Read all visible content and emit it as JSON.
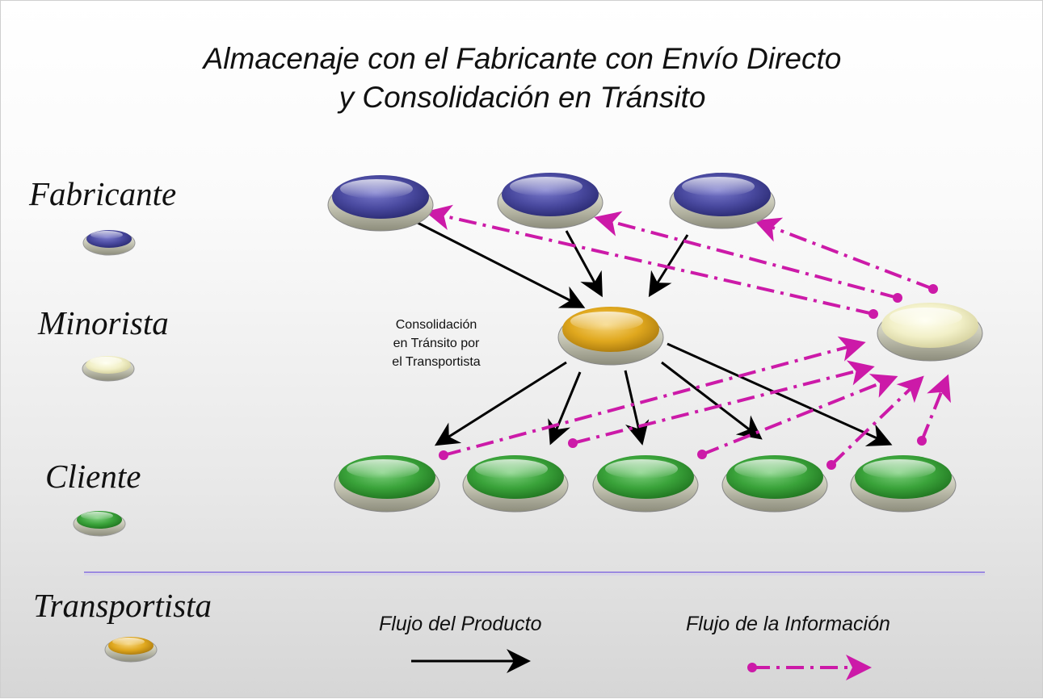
{
  "title": {
    "line1": "Almacenaje con el Fabricante con Envío Directo",
    "line2": "y Consolidación en Tránsito"
  },
  "legend": {
    "fabricante": "Fabricante",
    "minorista": "Minorista",
    "cliente": "Cliente",
    "transportista": "Transportista"
  },
  "consolidation_note": {
    "line1": "Consolidación",
    "line2": "en Tránsito por",
    "line3": "el Transportista"
  },
  "flows": {
    "product": "Flujo del Producto",
    "information": "Flujo de la Información"
  },
  "colors": {
    "fabricante": "#4a4aa0",
    "minorista": "#f2f0c8",
    "cliente": "#3aa33a",
    "transportista": "#e0a81e",
    "product_arrow": "#000000",
    "info_arrow": "#cc1aa8",
    "divider": "#9b8ae0"
  }
}
